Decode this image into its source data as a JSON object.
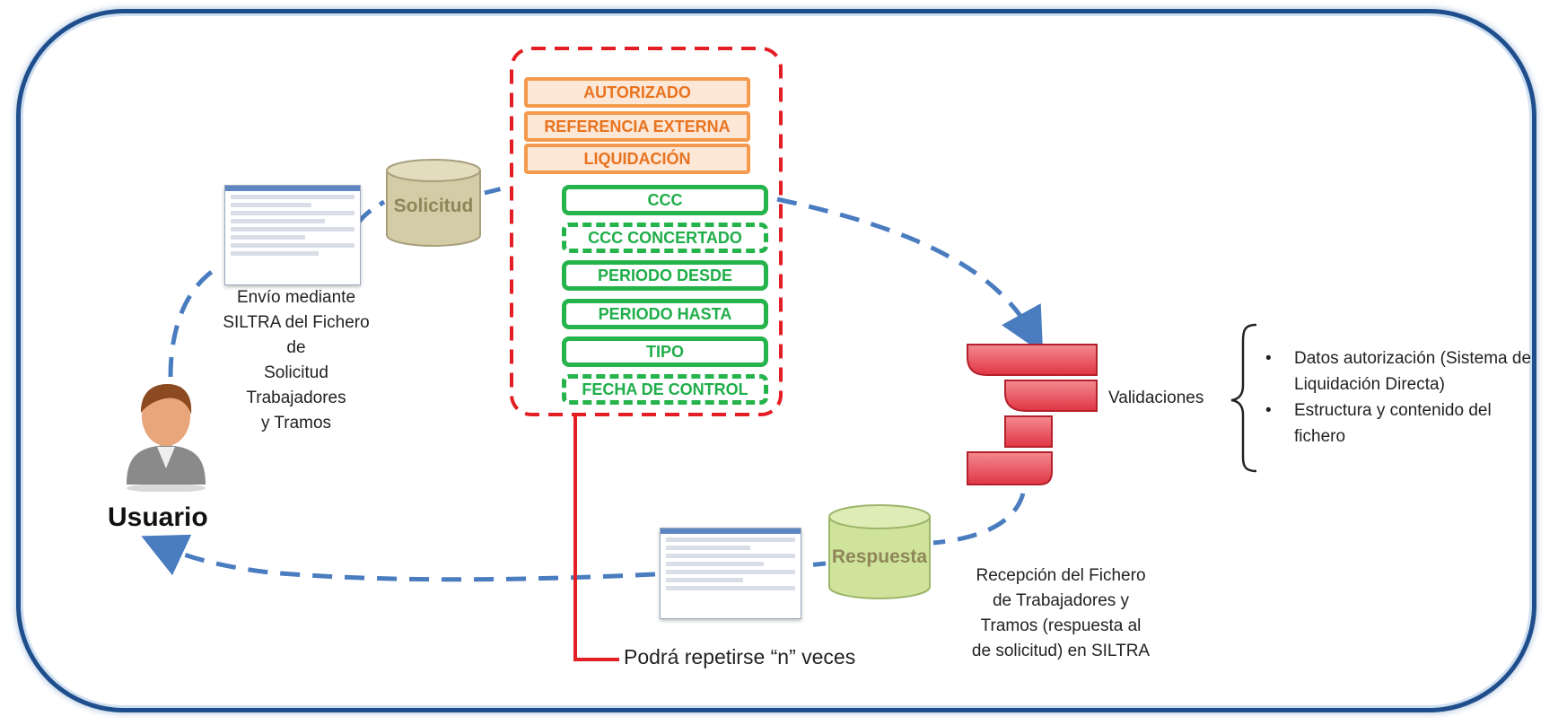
{
  "user": {
    "name": "Usuario"
  },
  "cylinders": {
    "request": "Solicitud",
    "response": "Respuesta"
  },
  "fields": {
    "orange": [
      "AUTORIZADO",
      "REFERENCIA EXTERNA",
      "LIQUIDACIÓN"
    ],
    "green": [
      "CCC",
      "CCC CONCERTADO",
      "PERIODO DESDE",
      "PERIODO HASTA",
      "TIPO",
      "FECHA DE CONTROL"
    ]
  },
  "send_label": {
    "lines": [
      "Envío mediante",
      "SILTRA del Fichero de",
      "Solicitud",
      "Trabajadores",
      "y Tramos"
    ]
  },
  "receive_label": {
    "lines": [
      "Recepción del Fichero",
      "de Trabajadores y",
      "Tramos (respuesta al",
      "de solicitud) en SILTRA"
    ]
  },
  "repeat_note": "Podrá repetirse “n” veces",
  "validations": {
    "label": "Validaciones",
    "items": [
      "Datos autorización (Sistema de Liquidación Directa)",
      "Estructura y contenido del fichero"
    ]
  },
  "colors": {
    "frame": "#1f4e8c",
    "dashed_arrow": "#4a7cc0",
    "repeat_box": "#e31e24",
    "orange_field": "#f59a4c",
    "green_field": "#25b34b",
    "validator": "#e6404c"
  }
}
